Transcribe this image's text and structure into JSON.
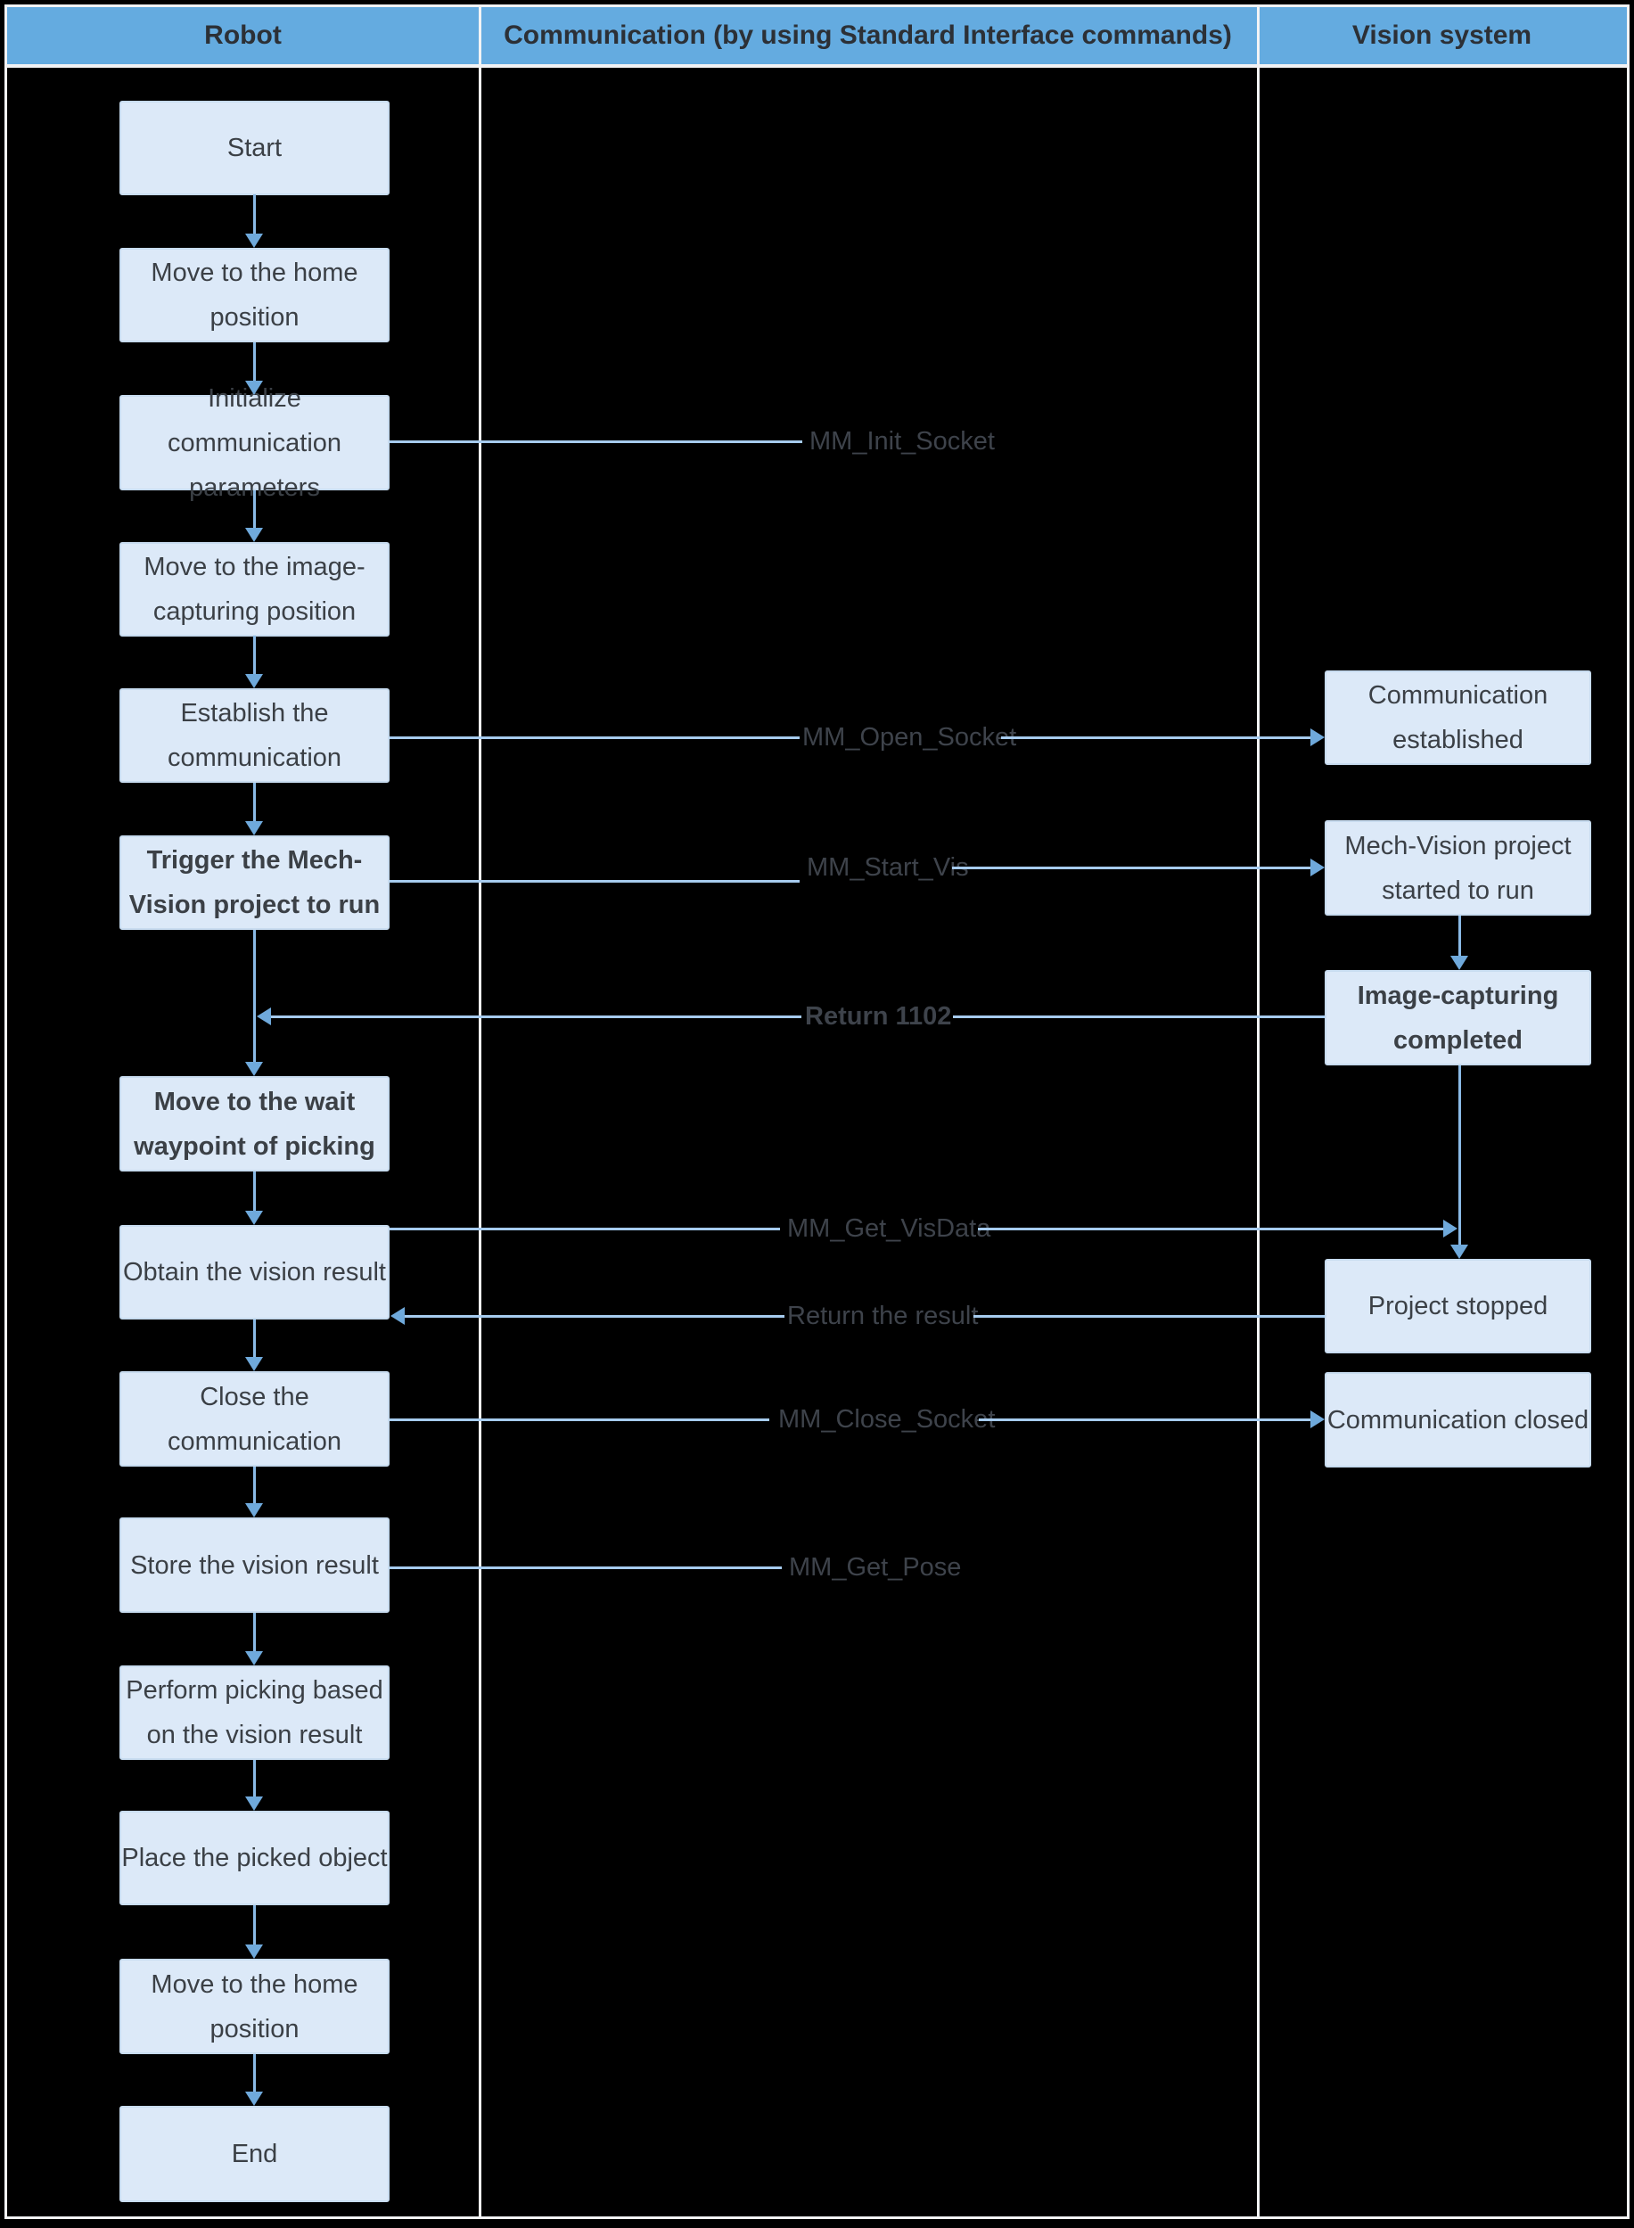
{
  "header": {
    "columns": [
      {
        "label": "Robot"
      },
      {
        "label": "Communication (by using Standard Interface commands)"
      },
      {
        "label": "Vision system"
      }
    ]
  },
  "robot": [
    {
      "label": "Start"
    },
    {
      "label": "Move to the home position"
    },
    {
      "label": "Initialize communication parameters"
    },
    {
      "label": "Move to the image-capturing position"
    },
    {
      "label": "Establish the communication"
    },
    {
      "label": "Trigger the Mech-Vision project to run"
    },
    {
      "label": "Move to the wait waypoint of picking"
    },
    {
      "label": "Obtain the vision result"
    },
    {
      "label": "Close the communication"
    },
    {
      "label": "Store the vision result"
    },
    {
      "label": "Perform picking based on the vision result"
    },
    {
      "label": "Place the picked object"
    },
    {
      "label": "Move to the home position"
    },
    {
      "label": "End"
    }
  ],
  "vision": [
    {
      "label": "Communication established"
    },
    {
      "label": "Mech-Vision project started to run"
    },
    {
      "label": "Image-capturing completed"
    },
    {
      "label": "Project stopped"
    },
    {
      "label": "Communication closed"
    }
  ],
  "commands": [
    {
      "label": "MM_Init_Socket"
    },
    {
      "label": "MM_Open_Socket"
    },
    {
      "label": "MM_Start_Vis"
    },
    {
      "label": "Return 1102"
    },
    {
      "label": "MM_Get_VisData"
    },
    {
      "label": "Return the result"
    },
    {
      "label": "MM_Close_Socket"
    },
    {
      "label": "MM_Get_Pose"
    }
  ],
  "colors": {
    "bg": "#000000",
    "frame": "#f2f3f5",
    "header-bg": "#64abe0",
    "header-text": "#2c3036",
    "node-bg": "#dce9f8",
    "node-border": "#c8dcf0",
    "node-text": "#3b4046",
    "line": "#a6cbee",
    "vline": "#8abae6",
    "arrow": "#6fa9db",
    "label-text": "#3e434b"
  }
}
